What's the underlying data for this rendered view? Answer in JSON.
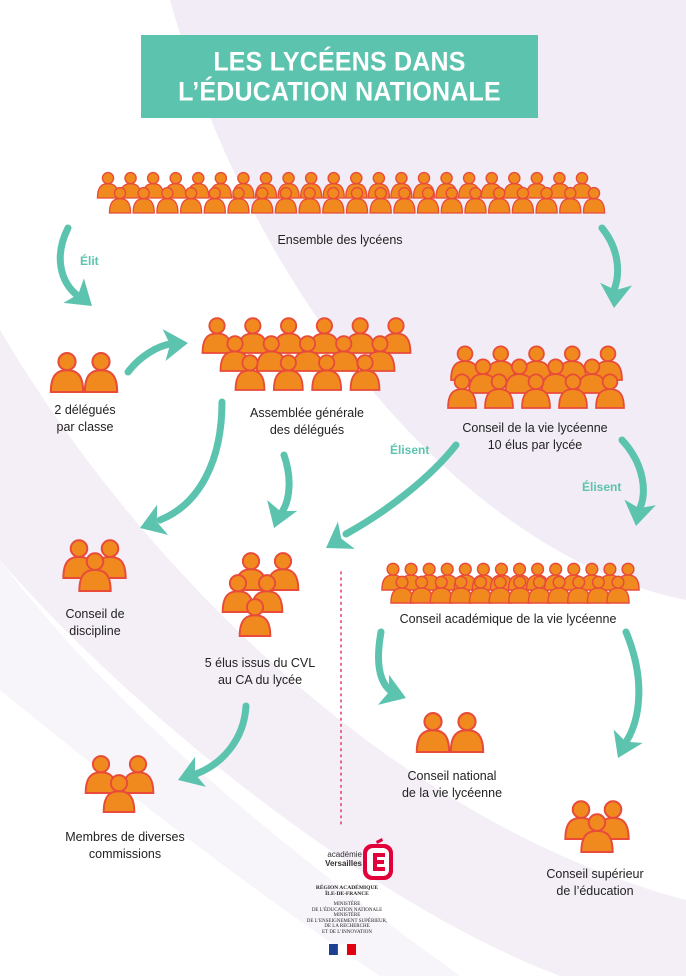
{
  "colors": {
    "teal": "#5cc3ae",
    "person_orange": "#f08a1e",
    "person_outline": "#e84b3a",
    "background_swoosh": "#ece6f2"
  },
  "title": {
    "line1": "LES LYCÉENS DANS",
    "line2": "L’ÉDUCATION NATIONALE"
  },
  "groups": {
    "ensemble": {
      "label": "Ensemble des lycéens"
    },
    "delegues": {
      "line1": "2 délégués",
      "line2": "par classe"
    },
    "assemblee": {
      "line1": "Assemblée générale",
      "line2": "des délégués"
    },
    "cvl": {
      "line1": "Conseil de la vie lycéenne",
      "line2": "10 élus par lycée"
    },
    "discipline": {
      "line1": "Conseil de",
      "line2": "discipline"
    },
    "ca": {
      "line1": "5 élus issus du CVL",
      "line2": "au CA du lycée"
    },
    "cavl": {
      "label": "Conseil académique de la vie lycéenne"
    },
    "cnvl": {
      "line1": "Conseil national",
      "line2": "de la vie lycéenne"
    },
    "commissions": {
      "line1": "Membres de diverses",
      "line2": "commissions"
    },
    "cse": {
      "line1": "Conseil supérieur",
      "line2": "de l’éducation"
    }
  },
  "verbs": {
    "elit": "Élit",
    "elisent_left": "Élisent",
    "elisent_right": "Élisent"
  },
  "logo": {
    "academie_line1": "académie",
    "academie_line2": "Versailles",
    "region_line1": "RÉGION ACADÉMIQUE",
    "region_line2": "ÎLE-DE-FRANCE",
    "ministere1_line1": "MINISTÈRE",
    "ministere1_line2": "DE L’ÉDUCATION NATIONALE",
    "ministere2_line1": "MINISTÈRE",
    "ministere2_line2": "DE L’ENSEIGNEMENT SUPÉRIEUR,",
    "ministere2_line3": "DE LA RECHERCHE",
    "ministere2_line4": "ET DE L’INNOVATION",
    "icon": "academie-e-logo"
  },
  "icons": {
    "person": "person-icon",
    "arrow": "curved-arrow-icon",
    "flag": "french-flag-icon"
  }
}
